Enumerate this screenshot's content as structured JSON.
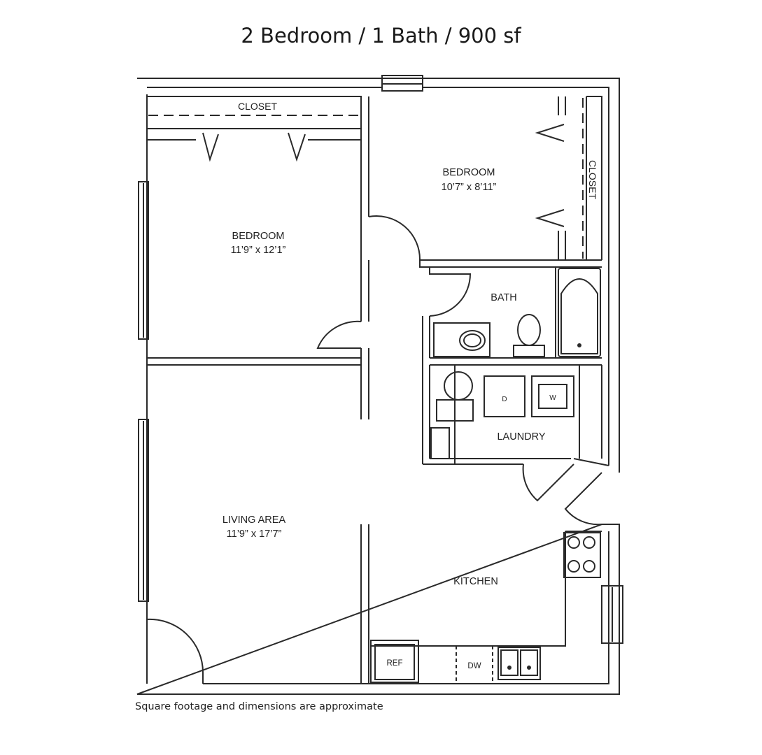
{
  "title": "2 Bedroom / 1 Bath / 900 sf",
  "footnote": "Square footage and dimensions are approximate",
  "rooms": {
    "bedroom1": {
      "name": "BEDROOM",
      "dims": "11’9” x 12’1”"
    },
    "bedroom2": {
      "name": "BEDROOM",
      "dims": "10’7” x 8’11”"
    },
    "living": {
      "name": "LIVING AREA",
      "dims": "11’9” x 17’7”"
    },
    "kitchen": {
      "name": "KITCHEN"
    },
    "bath": {
      "name": "BATH"
    },
    "laundry": {
      "name": "LAUNDRY"
    },
    "closet1": {
      "name": "CLOSET"
    },
    "closet2": {
      "name": "CLOSET"
    }
  },
  "fixtures": {
    "ref": "REF",
    "dw": "DW",
    "dryer": "D",
    "washer": "W"
  }
}
